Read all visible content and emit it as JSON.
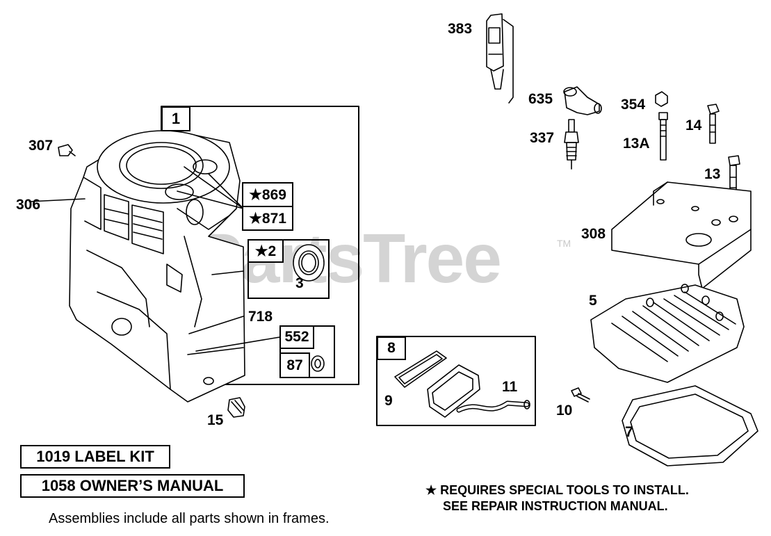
{
  "watermark": {
    "text": "PartsTree",
    "tm": "TM"
  },
  "labels": {
    "p383": "383",
    "p635": "635",
    "p354": "354",
    "p337": "337",
    "p14": "14",
    "p13a": "13A",
    "p13": "13",
    "p307": "307",
    "p306": "306",
    "p308": "308",
    "p3": "3",
    "p718": "718",
    "p5": "5",
    "p15": "15",
    "p9": "9",
    "p11": "11",
    "p10": "10",
    "p7": "7"
  },
  "boxes": {
    "frame1": "1",
    "b869": "★869",
    "b871": "★871",
    "b2": "★2",
    "b552": "552",
    "b87": "87",
    "frame8": "8"
  },
  "kits": {
    "label_kit": "1019 LABEL KIT",
    "owners_manual": "1058 OWNER’S MANUAL"
  },
  "note": {
    "line1": "★ REQUIRES SPECIAL TOOLS TO INSTALL.",
    "line2": "SEE REPAIR INSTRUCTION MANUAL."
  },
  "footnote": "Assemblies include all parts shown in frames."
}
